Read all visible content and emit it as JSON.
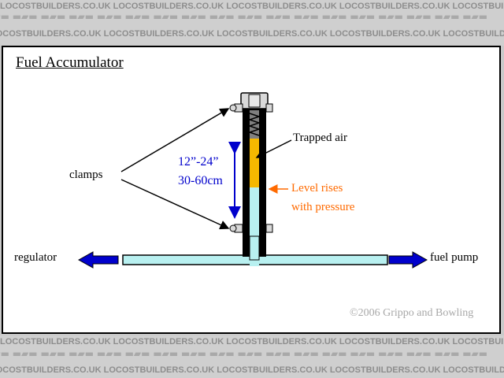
{
  "watermark": {
    "text": "LOCOSTBUILDERS.CO.UK"
  },
  "diagram": {
    "title": "Fuel Accumulator",
    "labels": {
      "clamps": "clamps",
      "trapped_air": "Trapped air",
      "level_line1": "Level rises",
      "level_line2": "with pressure",
      "length_imperial": "12”-24”",
      "length_metric": "30-60cm",
      "regulator": "regulator",
      "fuel_pump": "fuel pump"
    },
    "credit": "©2006 Grippo and Bowling",
    "colors": {
      "fuel": "#b8f0f0",
      "trapped_air": "#f5b800",
      "flow_arrow": "#0000cc",
      "level_text": "#ff6a00",
      "dimension": "#0000cc"
    }
  }
}
